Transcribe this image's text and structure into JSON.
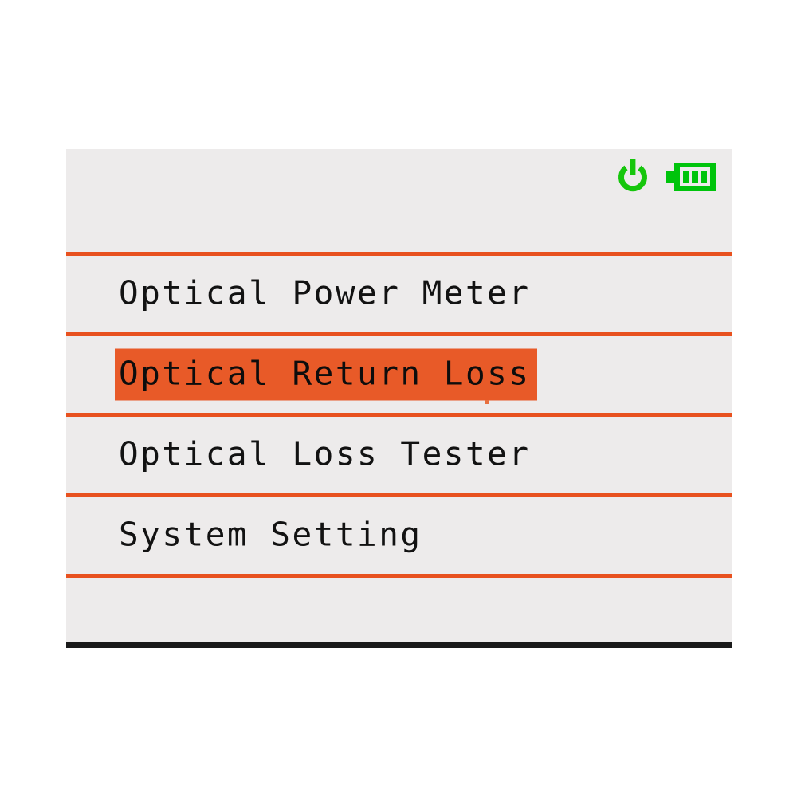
{
  "device": {
    "screen_background": "#edebeb",
    "accent_color": "#e8511f",
    "highlight_color": "#e85a28",
    "icon_color": "#16c60c",
    "text_color": "#121212"
  },
  "status_bar": {
    "power_icon": "power-icon",
    "battery_icon": "battery-icon",
    "battery_bars": 3,
    "battery_bars_total": 3
  },
  "menu": {
    "selected_index": 1,
    "items": [
      {
        "label": "Optical Power Meter",
        "selected": false
      },
      {
        "label": "Optical Return Loss",
        "selected": true
      },
      {
        "label": "Optical Loss Tester",
        "selected": false
      },
      {
        "label": "System Setting",
        "selected": false
      },
      {
        "label": "",
        "selected": false
      }
    ]
  }
}
